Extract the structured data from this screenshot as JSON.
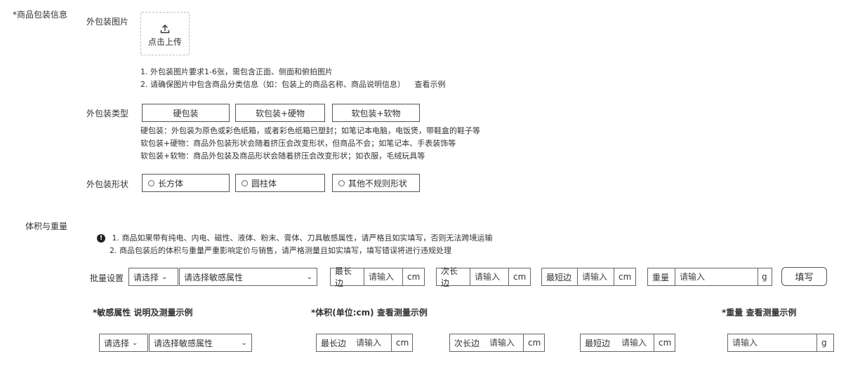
{
  "section_package": {
    "title": "*商品包装信息",
    "image_label": "外包装图片",
    "upload_button": "点击上传",
    "notes": [
      "1. 外包装图片要求1-6张，需包含正面、侧面和俯拍图片",
      "2. 请确保图片中包含商品分类信息（如：包装上的商品名称、商品说明信息）"
    ],
    "view_example": "查看示例",
    "type_label": "外包装类型",
    "type_options": [
      "硬包装",
      "软包装+硬物",
      "软包装+软物"
    ],
    "type_desc": [
      "硬包装：外包装为原色或彩色纸箱，或者彩色纸箱已塑封；如笔记本电脑，电饭煲，带鞋盒的鞋子等",
      "软包装+硬物：商品外包装形状会随着挤压会改变形状，但商品不会；如笔记本、手表装饰等",
      "软包装+软物：商品外包装及商品形状会随着挤压会改变形状；如衣服，毛绒玩具等"
    ],
    "shape_label": "外包装形状",
    "shape_options": [
      "长方体",
      "圆柱体",
      "其他不规则形状"
    ]
  },
  "section_volume": {
    "title": "体积与重量",
    "warn_icon": "exclamation-icon",
    "notes": [
      "1. 商品如果带有纯电、内电、磁性、液体、粉末、膏体、刀具敏感属性，请严格且如实填写，否则无法跨境运输",
      "2. 商品包装后的体积与重量严重影响定价与销售，请严格测量且如实填写，填写错误将进行违规处理"
    ],
    "batch": {
      "label": "批量设置",
      "select1": "请选择",
      "select2": "请选择敏感属性",
      "longest": "最长边",
      "second": "次长边",
      "shortest": "最短边",
      "weight": "重量",
      "placeholder": "请输入",
      "unit_cm": "cm",
      "unit_g": "g",
      "fill_button": "填写"
    },
    "columns": {
      "sensitive_head": "*敏感属性",
      "sensitive_link": "说明及测量示例",
      "volume_head": "*体积(单位:cm)",
      "volume_link": "查看测量示例",
      "weight_head": "*重量",
      "weight_link": "查看测量示例"
    },
    "row": {
      "select1": "请选择",
      "select2": "请选择敏感属性",
      "longest": "最长边",
      "second": "次长边",
      "shortest": "最短边",
      "placeholder": "请输入",
      "unit_cm": "cm",
      "unit_g": "g"
    }
  }
}
